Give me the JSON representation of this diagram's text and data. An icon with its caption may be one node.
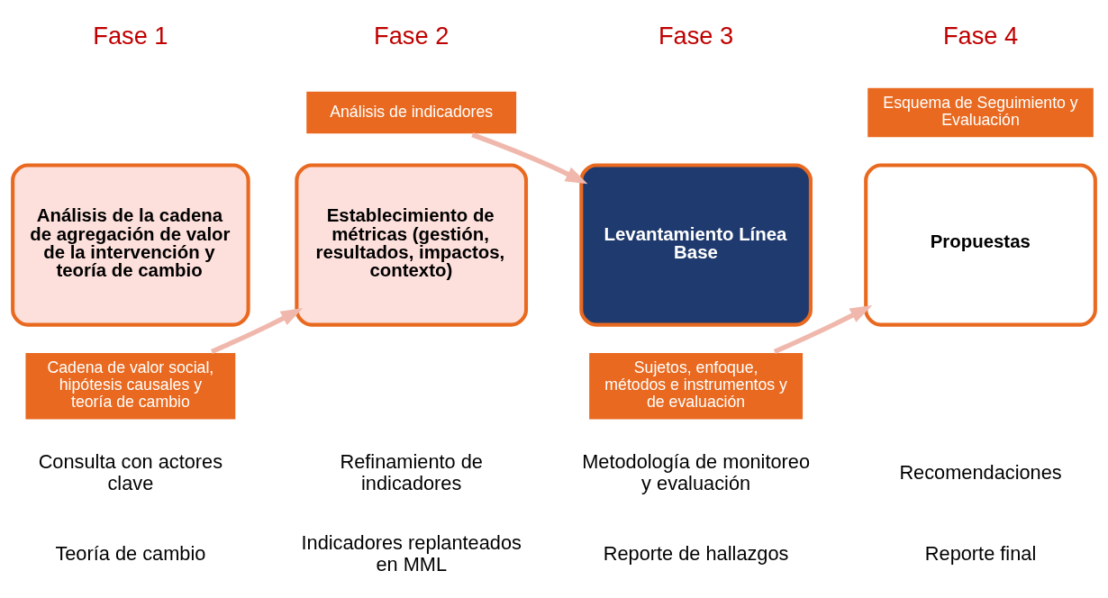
{
  "diagram": {
    "nodes": [
      {
        "text": [
          "Análisis de la cadena de agregación de valor de la intervención y teoría de cambio"
        ]
      },
      {
        "text": [
          "Cadena de valor social, hipótesis causales y teoría de cambio"
        ]
      },
      {
        "text": [
          "Análisis de indicadores"
        ]
      },
      {
        "text": [
          "Establecimiento de métricas (gestión, resultados, impactos, contexto)"
        ]
      },
      {
        "text": [
          "Levantamiento Línea Base"
        ]
      },
      {
        "text": [
          "Sujetos, enfoque, métodos e instrumentos y de evaluación"
        ]
      },
      {
        "text": [
          "Esquema de Seguimiento y Evaluación"
        ]
      },
      {
        "text": [
          "Propuestas"
        ]
      }
    ],
    "edges": [
      {
        "from": 1,
        "to": 3,
        "arrow": "to"
      },
      {
        "from": 2,
        "to": 4,
        "arrow": "to"
      },
      {
        "from": 5,
        "to": 7,
        "arrow": "to"
      }
    ],
    "labels": [
      "Fase 1",
      "Fase 2",
      "Fase 3",
      "Fase 4",
      "Consulta con actores clave",
      "Teoría de cambio",
      "Refinamiento de indicadores",
      "Indicadores replanteados en MML",
      "Metodología de monitoreo y evaluación",
      "Reporte de hallazgos",
      "Recomendaciones",
      "Reporte final"
    ]
  }
}
